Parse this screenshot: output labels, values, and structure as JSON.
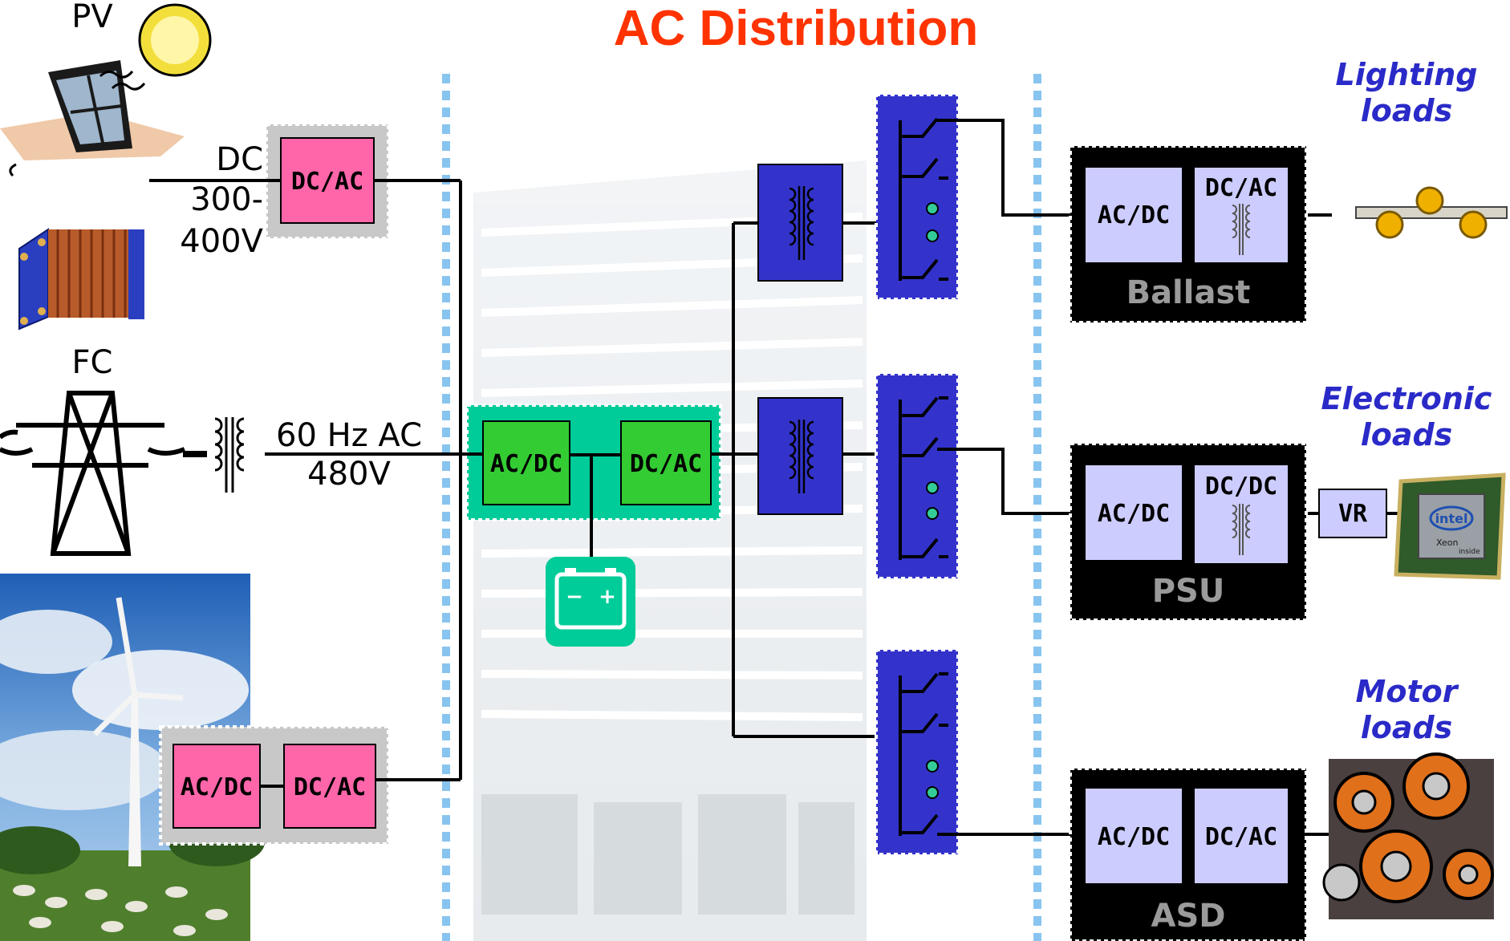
{
  "title": "AC Distribution",
  "sources": {
    "pv": "PV",
    "fc": "FC",
    "dc_bus": [
      "DC",
      "300-",
      "400V"
    ],
    "grid": [
      "60 Hz AC",
      "480V"
    ]
  },
  "converters": {
    "pv_stage": "DC/AC",
    "wind_stage_1": "AC/DC",
    "wind_stage_2": "DC/AC",
    "ups_stage_1": "AC/DC",
    "ups_stage_2": "DC/AC",
    "ballast_1": "AC/DC",
    "ballast_2": "DC/AC",
    "psu_1": "AC/DC",
    "psu_2": "DC/DC",
    "asd_1": "AC/DC",
    "asd_2": "DC/AC",
    "vr": "VR"
  },
  "load_boxes": {
    "ballast": "Ballast",
    "psu": "PSU",
    "asd": "ASD"
  },
  "loads": {
    "lighting": [
      "Lighting",
      "loads"
    ],
    "electronic": [
      "Electronic",
      "loads"
    ],
    "motor": [
      "Motor",
      "loads"
    ]
  },
  "battery_signs": [
    "−",
    "+"
  ],
  "cpu_brand": [
    "intel",
    "Xeon",
    "inside"
  ],
  "colors": {
    "title": "#ff3300",
    "converter_pink": "#ff66aa",
    "converter_green": "#33cc33",
    "ups_teal": "#00cc99",
    "switchgear_blue": "#3333cc",
    "load_label_blue": "#2a2ac8",
    "inner_box_lavender": "#ccccff"
  }
}
